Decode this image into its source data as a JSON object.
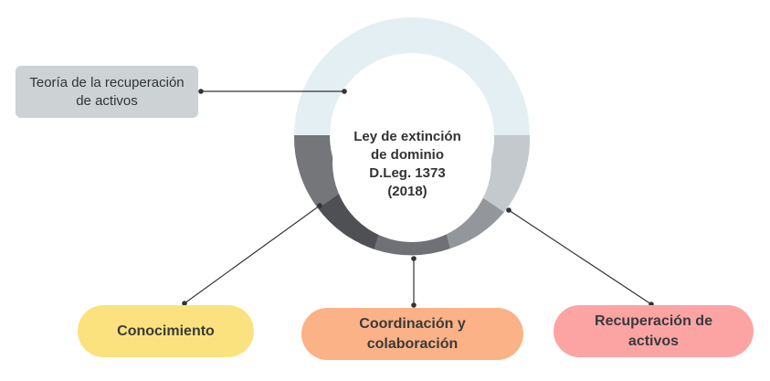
{
  "center": {
    "lines": [
      "Ley de extinción",
      "de dominio",
      "D.Leg. 1373",
      "(2018)"
    ]
  },
  "theory_box": {
    "lines": [
      "Teoría de la recuperación",
      "de activos"
    ],
    "color": "#cdd3d5"
  },
  "pillars": [
    {
      "lines": [
        "Conocimiento"
      ],
      "color": "#fbe27f"
    },
    {
      "lines": [
        "Coordinación y",
        "colaboración"
      ],
      "color": "#fbb287"
    },
    {
      "lines": [
        "Recuperación de",
        "activos"
      ],
      "color": "#fca4a4"
    }
  ],
  "ring_colors": {
    "top": "#e4eff3",
    "segments": [
      "#74767a",
      "#4f5054",
      "#6f7176",
      "#93969a",
      "#c3c9cc"
    ]
  }
}
